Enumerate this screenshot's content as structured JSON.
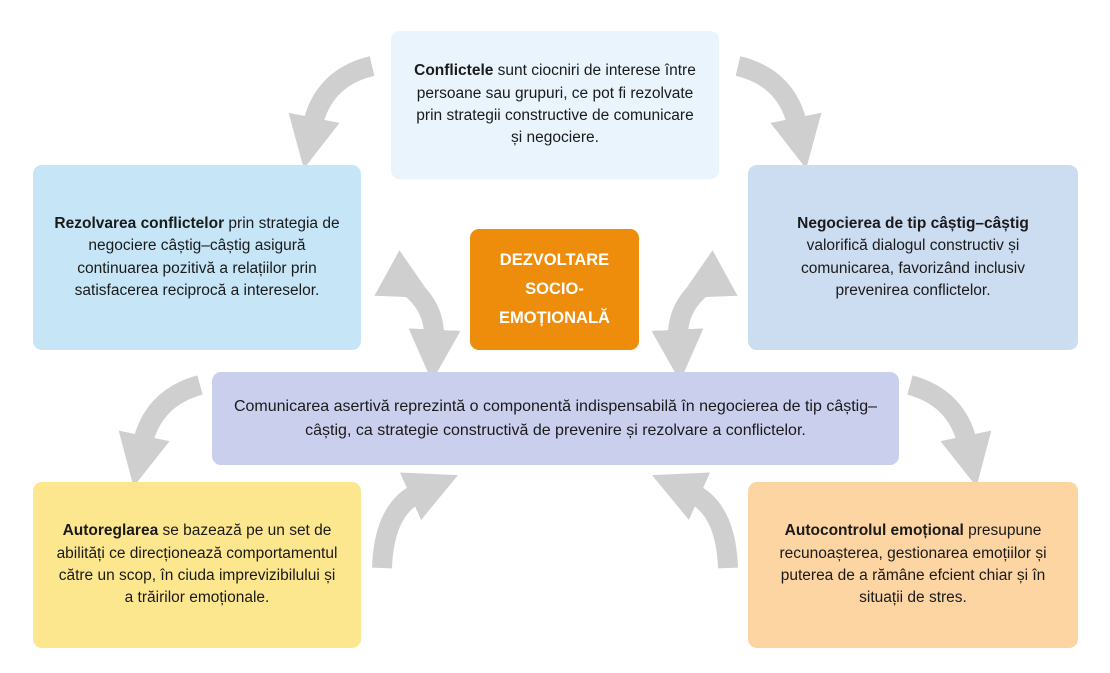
{
  "diagram": {
    "core": {
      "label": "DEZVOLTARE\nSOCIO-\nEMOȚIONALĂ"
    },
    "top": {
      "bold": "Conflictele",
      "text": " sunt ciocniri de interese între persoane sau grupuri, ce pot fi rezolvate prin strategii constructive de comunicare și  negociere."
    },
    "left": {
      "bold": "Rezolvarea conflictelor",
      "text": " prin strategia de negociere câștig–câștig asigură continuarea pozitivă a relațiilor prin satisfacerea reciprocă a intereselor."
    },
    "right": {
      "bold": "Negocierea de tip câștig–câștig",
      "text": " valorifică dialogul constructiv  și comunicarea, favorizând inclusiv prevenirea conflictelor."
    },
    "center": {
      "text": "Comunicarea asertivă reprezintă o componentă indispensabilă în negocierea de tip câștig–câștig, ca strategie constructivă de prevenire și rezolvare a conflictelor."
    },
    "bottom_left": {
      "bold": "Autoreglarea",
      "text": " se bazează pe un set de abilități ce direcționează comportamentul către un scop, în ciuda imprevizibilului și a trăirilor emoționale."
    },
    "bottom_right": {
      "bold": "Autocontrolul emoțional",
      "text": " presupune recunoașterea, gestionarea emoțiilor și puterea de a rămâne efcient chiar și în situații de stres."
    },
    "arrow_color": "#cfcfcf",
    "colors": {
      "core": "#ee8d0c",
      "top": "#e9f4fc",
      "left": "#c6e6f8",
      "right": "#ccdcf1",
      "center": "#cbcfee",
      "bottom_left": "#fce78f",
      "bottom_right": "#fcd5a2"
    }
  }
}
